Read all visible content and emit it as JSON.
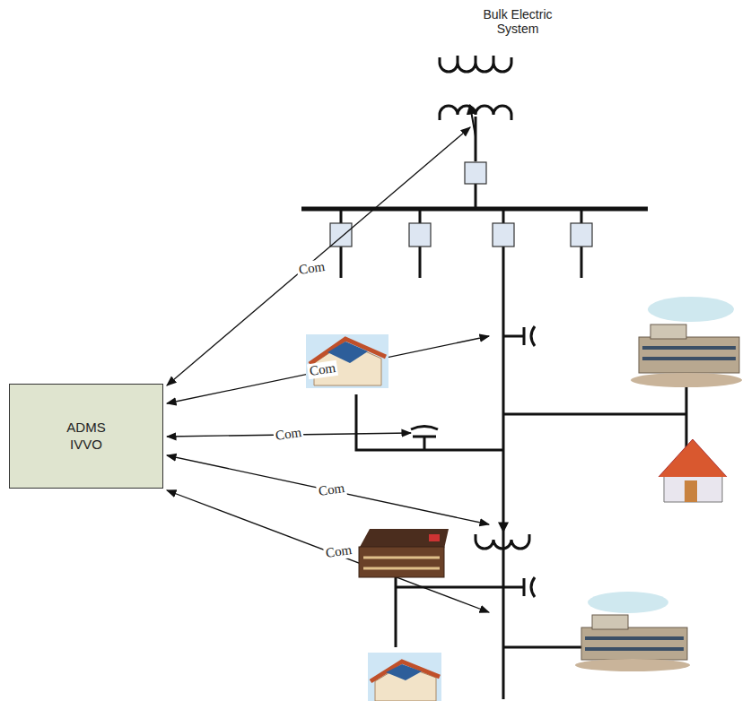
{
  "diagram": {
    "nodes": [
      {
        "text": [
          "ADMS IVVO"
        ]
      }
    ],
    "labels": [
      "Bulk Electric System",
      "Com",
      "Com",
      "Com",
      "Com",
      "Com"
    ]
  }
}
